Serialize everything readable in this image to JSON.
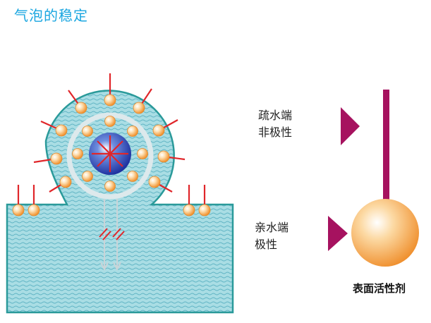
{
  "title": "气泡的稳定",
  "labels": {
    "hydrophobic_line1": "疏水端",
    "hydrophobic_line2": "非极性",
    "hydrophilic_line1": "亲水端",
    "hydrophilic_line2": "极性",
    "surfactant": "表面活性剂"
  },
  "colors": {
    "title": "#1aa6e0",
    "water": "#a9dde4",
    "water_edge": "#2a9a9a",
    "tail": "#e0262a",
    "surfactant_tail": "#a6125f",
    "arrow": "#a6125f",
    "head": "#f6a24a"
  }
}
